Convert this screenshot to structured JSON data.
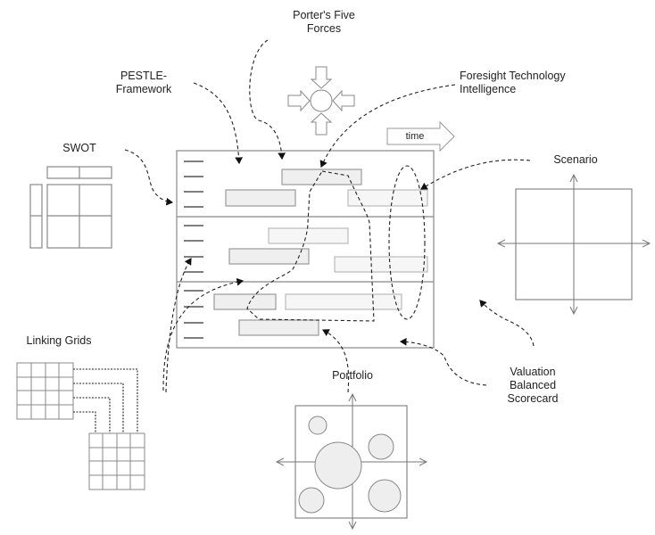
{
  "labels": {
    "porter": "Porter's Five Forces",
    "pestle": "PESTLE-Framework",
    "foresight": "Foresight Technology Intelligence",
    "swot": "SWOT",
    "scenario": "Scenario",
    "time": "time",
    "linking_grids": "Linking Grids",
    "portfolio": "Portfolio",
    "valuation": "Valuation Balanced Scorecard"
  },
  "colors": {
    "stroke": "#888888",
    "fill": "#efefef",
    "text": "#222222"
  }
}
